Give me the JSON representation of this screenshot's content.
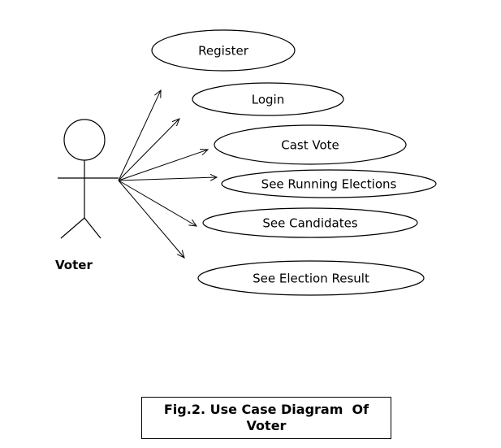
{
  "actor": {
    "label": "Voter"
  },
  "use_cases": [
    {
      "id": "register",
      "label": "Register"
    },
    {
      "id": "login",
      "label": "Login"
    },
    {
      "id": "cast-vote",
      "label": "Cast Vote"
    },
    {
      "id": "see-running-elections",
      "label": "See Running Elections"
    },
    {
      "id": "see-candidates",
      "label": "See Candidates"
    },
    {
      "id": "see-election-result",
      "label": "See Election Result"
    }
  ],
  "caption": {
    "text": "Fig.2. Use Case Diagram  Of\nVoter"
  }
}
